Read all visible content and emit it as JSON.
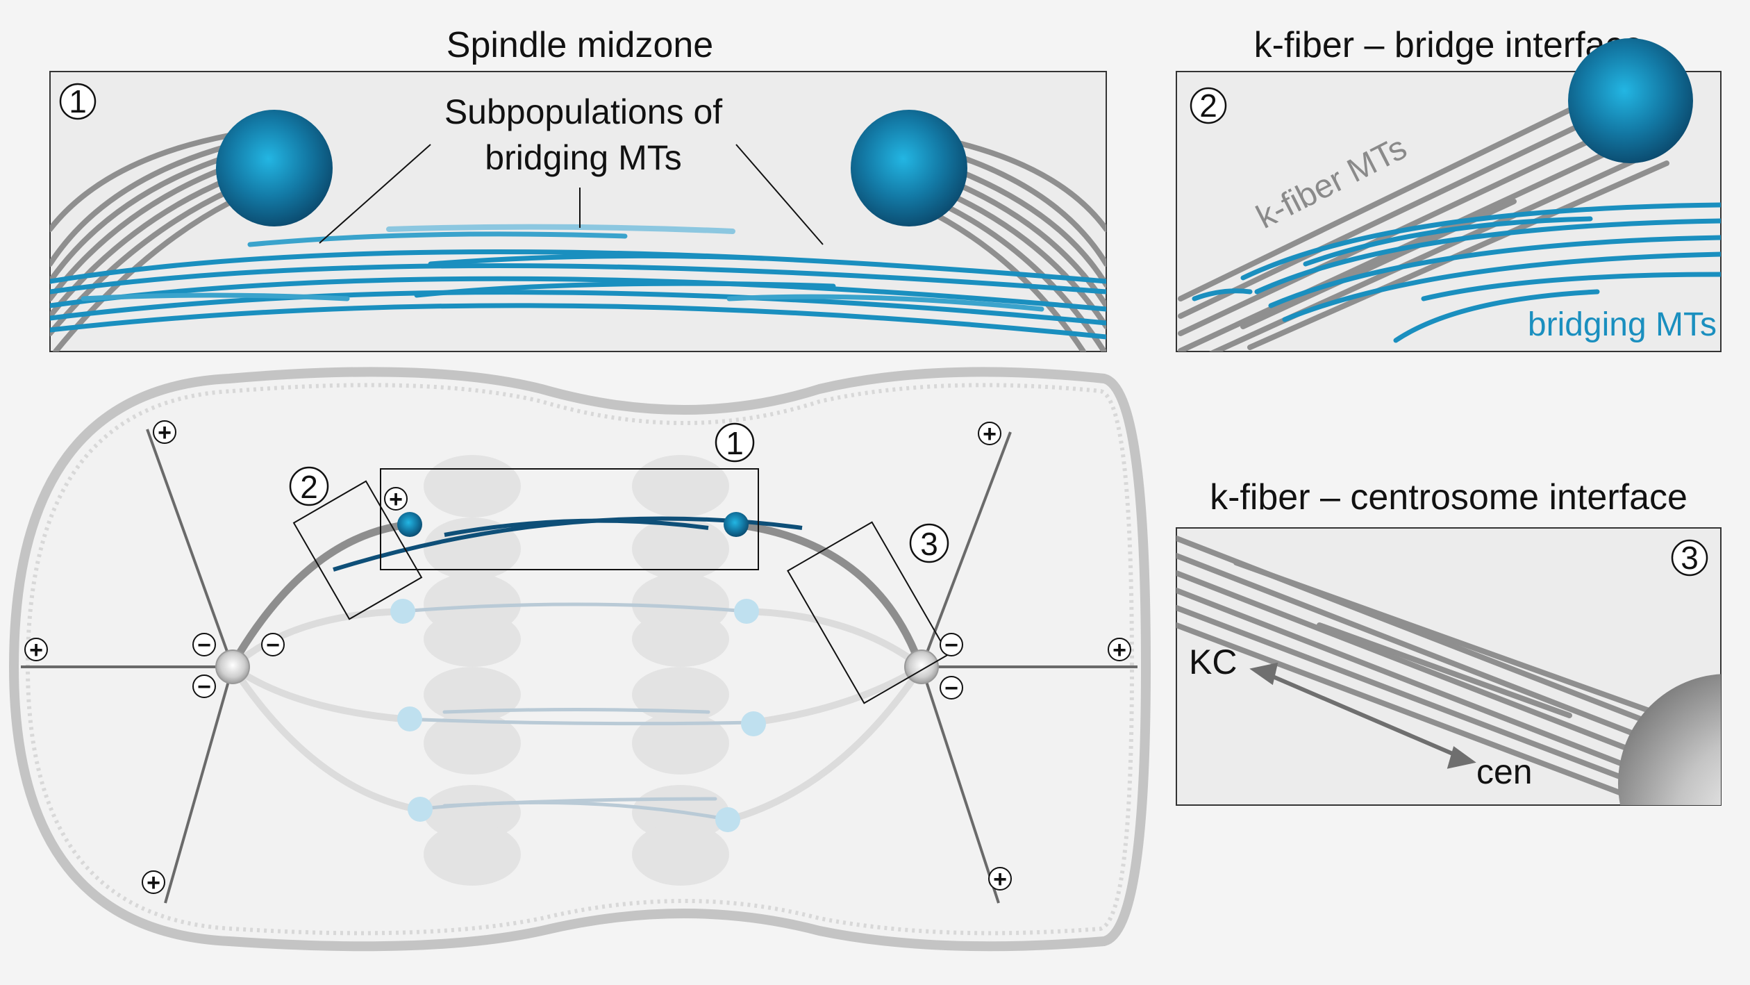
{
  "panels": {
    "midzone": {
      "title": "Spindle midzone",
      "number": "1",
      "label_line1": "Subpopulations of",
      "label_line2": "bridging MTs"
    },
    "bridge": {
      "title": "k-fiber – bridge interface",
      "number": "2",
      "kfiber_label": "k-fiber MTs",
      "bridging_label": "bridging MTs"
    },
    "centrosome": {
      "title": "k-fiber – centrosome interface",
      "number": "3",
      "kc_label": "KC",
      "cen_label": "cen"
    }
  },
  "cell": {
    "callouts": [
      "1",
      "2",
      "3"
    ],
    "plus_sign": "+",
    "minus_sign": "−"
  },
  "colors": {
    "background": "#f4f4f4",
    "panel_fill": "#ececec",
    "bridging_blue": "#1a8fbf",
    "kinetochore_blue": "#0e6a8f",
    "kfiber_gray": "#8a8a8a",
    "cell_outline": "#c4c4c4"
  }
}
